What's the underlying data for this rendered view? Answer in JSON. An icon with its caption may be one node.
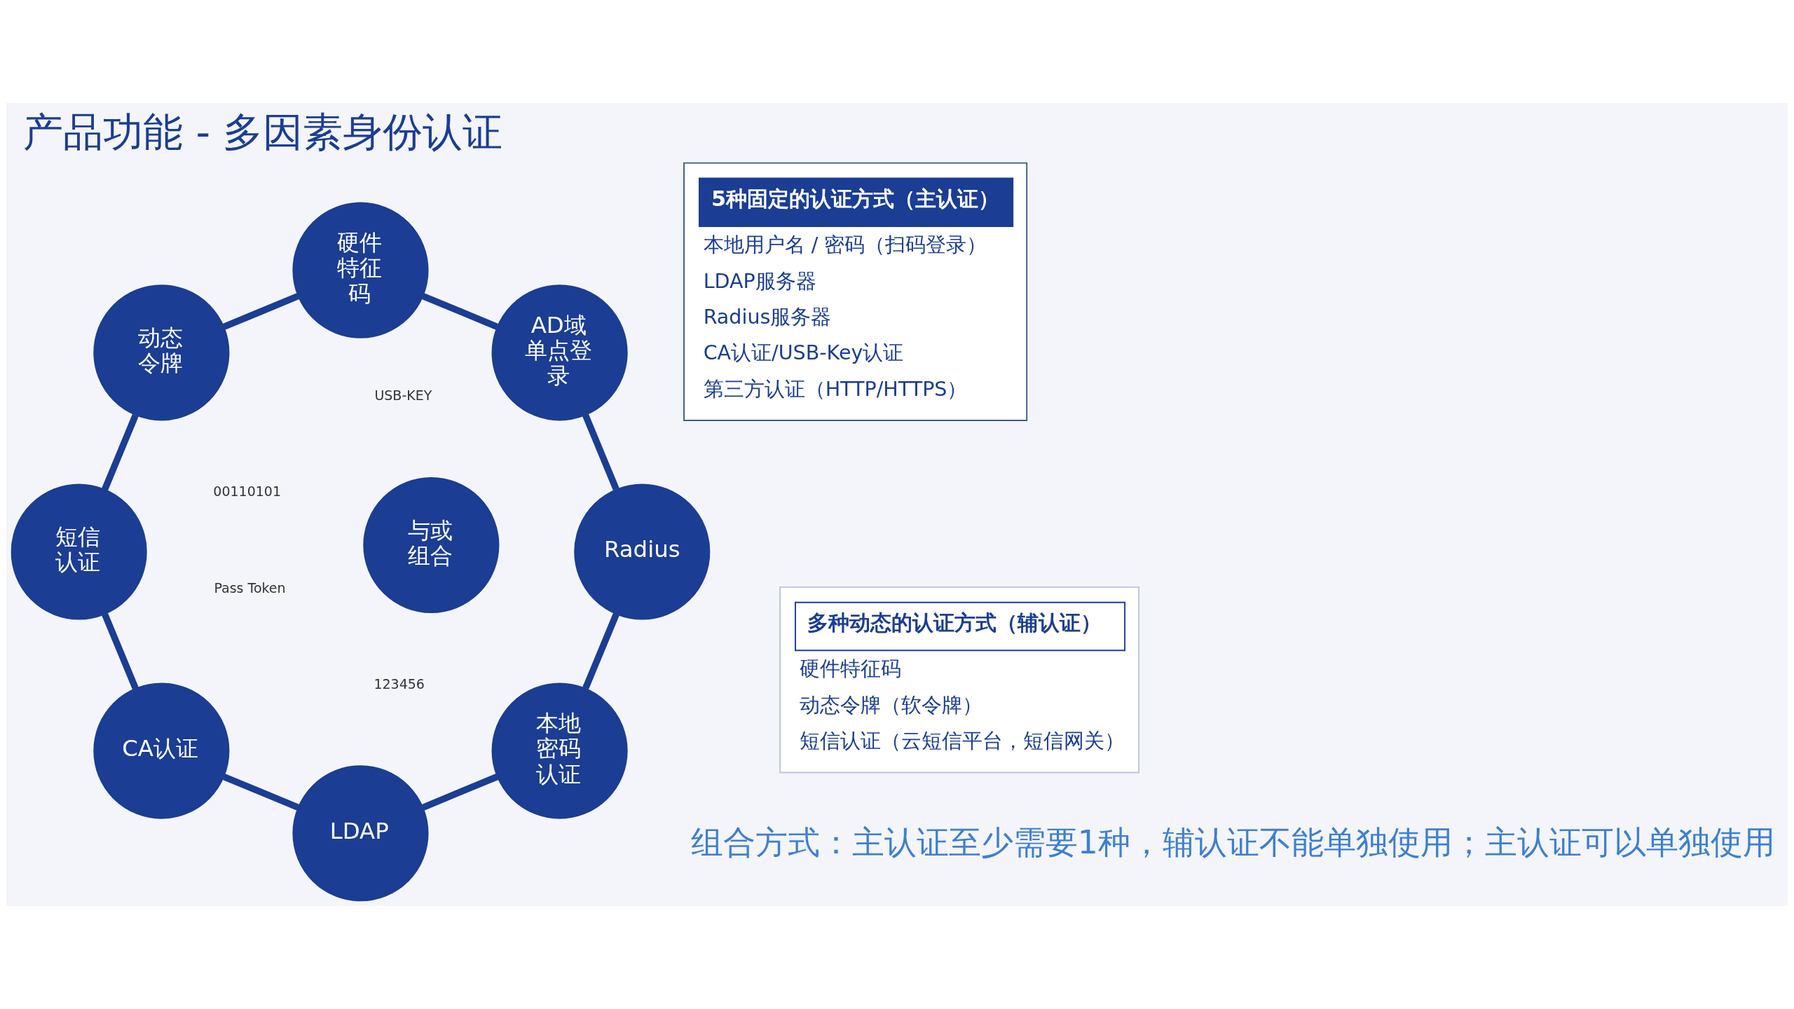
{
  "diagram": {
    "title": "产品功能 - 多因素身份认证",
    "nodes": [
      {
        "text": [
          "5种固定的认证方式（主认证）",
          "本地用户名 / 密码（扫码登录）",
          "LDAP服务器",
          "Radius服务器",
          "CA认证/USB-Key认证",
          "第三方认证（HTTP/HTTPS）"
        ]
      },
      {
        "text": [
          "多种动态的认证方式（辅认证）",
          "硬件特征码",
          "动态令牌（软令牌）",
          "短信认证（云短信平台，短信网关）"
        ]
      },
      {
        "text": [
          "本地密码认证"
        ]
      },
      {
        "text": [
          "Radius"
        ]
      },
      {
        "text": [
          "LDAP"
        ]
      },
      {
        "text": [
          "AD域单点登录"
        ]
      },
      {
        "text": [
          "与或组合"
        ]
      },
      {
        "text": [
          "CA认证"
        ]
      },
      {
        "text": [
          "硬件特征码"
        ]
      },
      {
        "text": [
          "短信认证"
        ]
      },
      {
        "text": [
          "动态令牌"
        ]
      }
    ],
    "edges": [
      {
        "from": 2,
        "to": 4,
        "arrow": "none"
      },
      {
        "from": 4,
        "to": 7,
        "arrow": "none"
      },
      {
        "from": 7,
        "to": 9,
        "arrow": "none"
      },
      {
        "from": 9,
        "to": 10,
        "arrow": "none"
      },
      {
        "from": 10,
        "to": 8,
        "arrow": "none"
      },
      {
        "from": 8,
        "to": 5,
        "arrow": "none"
      },
      {
        "from": 5,
        "to": 3,
        "arrow": "none"
      },
      {
        "from": 3,
        "to": 2,
        "arrow": "none"
      }
    ],
    "labels": [
      "USB-KEY",
      "00110101",
      "Pass Token",
      "123456",
      "组合方式：主认证至少需要1种，辅认证不能单独使用；主认证可以单独使用"
    ]
  }
}
